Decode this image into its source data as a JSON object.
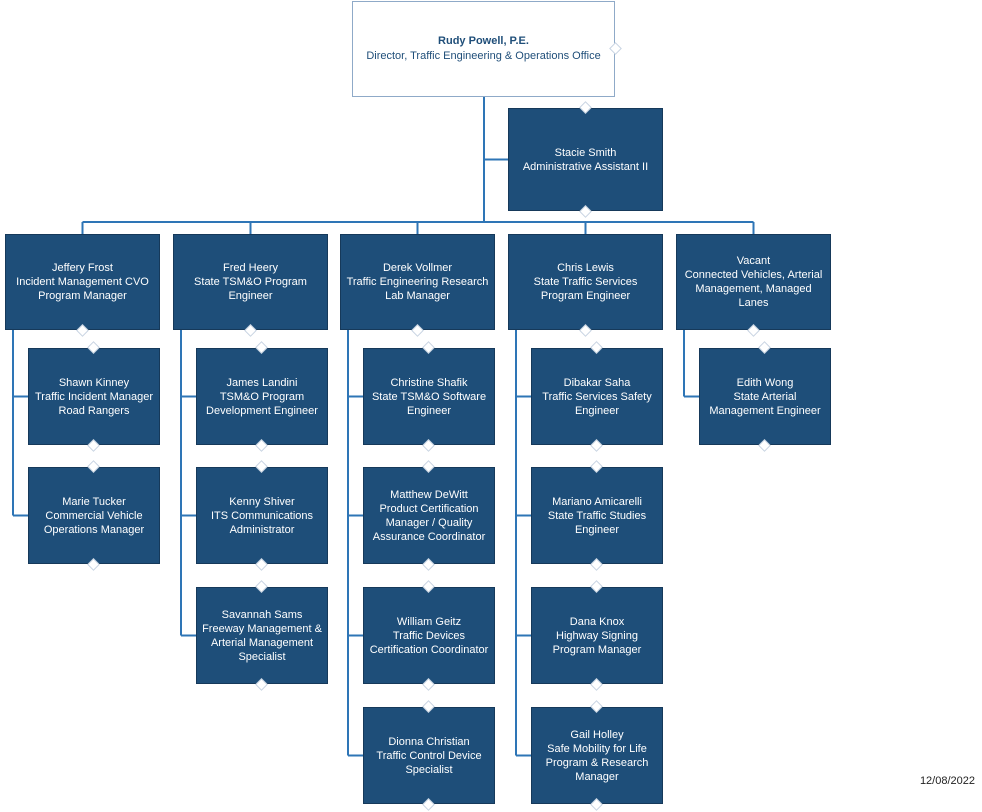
{
  "director": {
    "name": "Rudy Powell, P.E.",
    "title": "Director, Traffic Engineering & Operations Office"
  },
  "assistant": {
    "name": "Stacie Smith",
    "title": "Administrative Assistant II"
  },
  "managers": [
    {
      "name": "Jeffery Frost",
      "title": "Incident Management CVO Program Manager",
      "reports": [
        {
          "name": "Shawn Kinney",
          "title": "Traffic Incident Manager Road Rangers"
        },
        {
          "name": "Marie Tucker",
          "title": "Commercial Vehicle Operations Manager"
        }
      ]
    },
    {
      "name": "Fred Heery",
      "title": "State TSM&O Program Engineer",
      "reports": [
        {
          "name": "James Landini",
          "title": "TSM&O Program Development Engineer"
        },
        {
          "name": "Kenny Shiver",
          "title": "ITS Communications Administrator"
        },
        {
          "name": "Savannah Sams",
          "title": "Freeway Management & Arterial Management Specialist"
        }
      ]
    },
    {
      "name": "Derek Vollmer",
      "title": "Traffic Engineering Research Lab Manager",
      "reports": [
        {
          "name": "Christine Shafik",
          "title": "State TSM&O Software Engineer"
        },
        {
          "name": "Matthew DeWitt",
          "title": "Product Certification Manager / Quality Assurance Coordinator"
        },
        {
          "name": "William Geitz",
          "title": "Traffic Devices Certification Coordinator"
        },
        {
          "name": "Dionna Christian",
          "title": "Traffic Control Device Specialist"
        }
      ]
    },
    {
      "name": "Chris Lewis",
      "title": "State Traffic Services Program Engineer",
      "reports": [
        {
          "name": "Dibakar Saha",
          "title": "Traffic Services Safety Engineer"
        },
        {
          "name": "Mariano Amicarelli",
          "title": "State Traffic Studies Engineer"
        },
        {
          "name": "Dana Knox",
          "title": "Highway Signing Program Manager"
        },
        {
          "name": "Gail Holley",
          "title": "Safe Mobility for Life Program & Research Manager"
        }
      ]
    },
    {
      "name": "Vacant",
      "title": "Connected Vehicles, Arterial Management, Managed Lanes",
      "reports": [
        {
          "name": "Edith Wong",
          "title": "State Arterial Management Engineer"
        }
      ]
    }
  ],
  "date": "12/08/2022",
  "colors": {
    "box_fill": "#1e4e79",
    "line": "#2e75b6",
    "top_border": "#8faac8",
    "top_text": "#1f4e79"
  }
}
